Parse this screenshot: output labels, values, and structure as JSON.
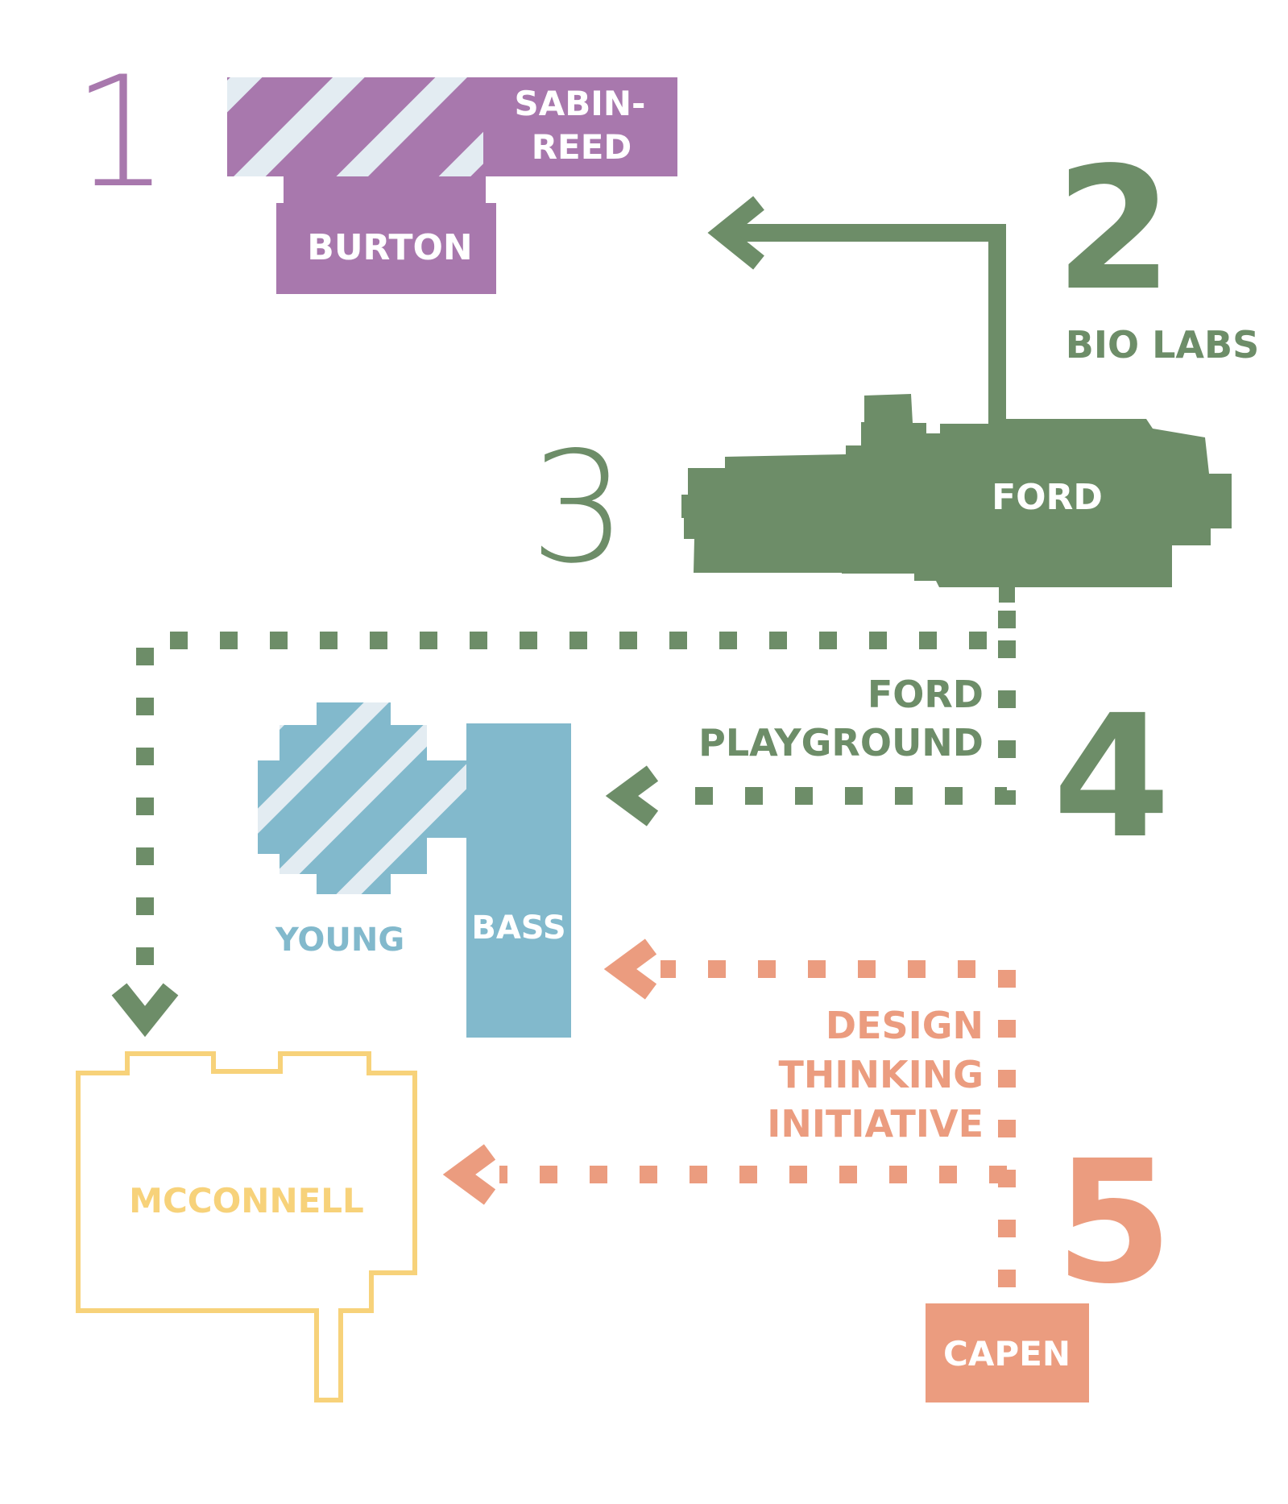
{
  "colors": {
    "purple": "#a878ad",
    "green": "#6d8d68",
    "blue": "#82b9cc",
    "stripe": "#e3ecf2",
    "yellow": "#f7d27a",
    "salmon": "#eb9c7f",
    "white": "#ffffff"
  },
  "steps": [
    {
      "number": "1"
    },
    {
      "number": "2",
      "caption": "BIO LABS"
    },
    {
      "number": "3"
    },
    {
      "number": "4",
      "caption_lines": [
        "FORD",
        "PLAYGROUND"
      ]
    },
    {
      "number": "5",
      "caption_lines": [
        "DESIGN",
        "THINKING",
        "INITIATIVE"
      ]
    }
  ],
  "buildings": {
    "sabin_reed": [
      "SABIN-",
      "REED"
    ],
    "burton": "BURTON",
    "ford": "FORD",
    "young": "YOUNG",
    "bass": "BASS",
    "mcconnell": "MCCONNELL",
    "capen": "CAPEN"
  }
}
